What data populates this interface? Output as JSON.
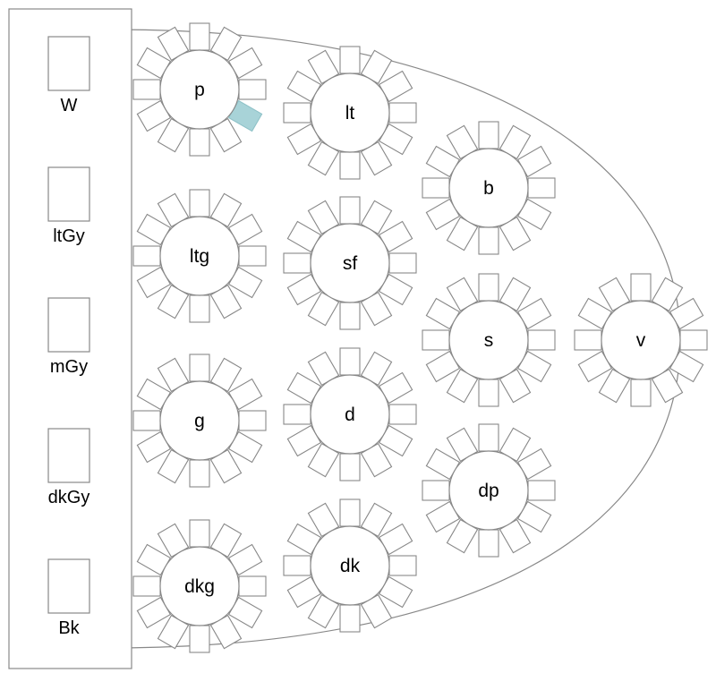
{
  "colors": {
    "stroke": "#888888",
    "selected_chair": "#a8d3d8",
    "selected_chair_stroke": "#8fc2c8",
    "background": "#ffffff"
  },
  "seats_per_table": 12,
  "sidebar": {
    "items": [
      {
        "label": "W"
      },
      {
        "label": "ltGy"
      },
      {
        "label": "mGy"
      },
      {
        "label": "dkGy"
      },
      {
        "label": "Bk"
      }
    ]
  },
  "tables": [
    {
      "label": "p",
      "selected_seat": 4
    },
    {
      "label": "lt"
    },
    {
      "label": "ltg"
    },
    {
      "label": "sf"
    },
    {
      "label": "b"
    },
    {
      "label": "g"
    },
    {
      "label": "d"
    },
    {
      "label": "s"
    },
    {
      "label": "v"
    },
    {
      "label": "dp"
    },
    {
      "label": "dkg"
    },
    {
      "label": "dk"
    }
  ]
}
